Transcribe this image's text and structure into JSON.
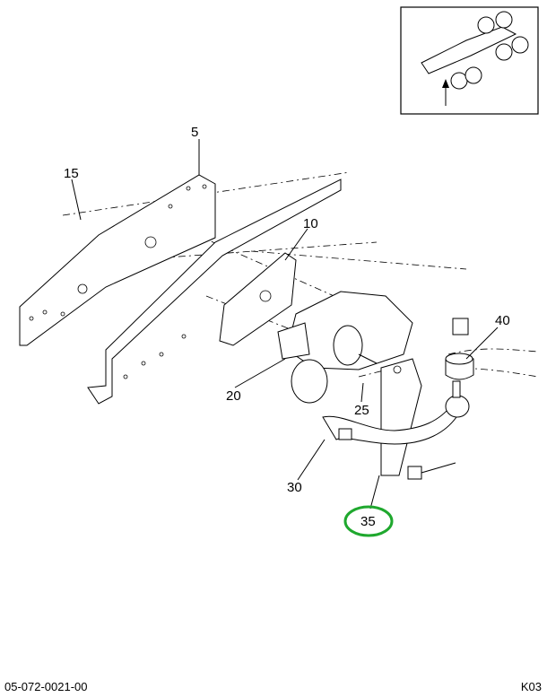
{
  "diagram": {
    "callouts": [
      {
        "id": "5",
        "label": "5"
      },
      {
        "id": "15",
        "label": "15"
      },
      {
        "id": "10",
        "label": "10"
      },
      {
        "id": "40",
        "label": "40"
      },
      {
        "id": "20",
        "label": "20"
      },
      {
        "id": "25",
        "label": "25"
      },
      {
        "id": "30",
        "label": "30"
      },
      {
        "id": "35",
        "label": "35"
      }
    ],
    "highlighted_callout": "35",
    "highlight_color": "#1fa82e"
  },
  "footer": {
    "drawing_number": "05-072-0021-00",
    "page_code": "K03"
  }
}
